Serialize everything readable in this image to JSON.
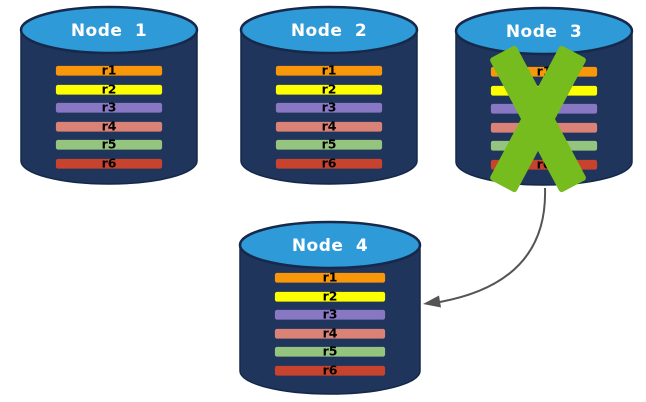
{
  "nodes": [
    {
      "name": "Node 1",
      "failed": false
    },
    {
      "name": "Node 2",
      "failed": false
    },
    {
      "name": "Node 3",
      "failed": true
    },
    {
      "name": "Node 4",
      "failed": false
    }
  ],
  "rows": [
    {
      "label": "r1",
      "color": "#F79709"
    },
    {
      "label": "r2",
      "color": "#FDFF00"
    },
    {
      "label": "r3",
      "color": "#8878C3"
    },
    {
      "label": "r4",
      "color": "#DB8276"
    },
    {
      "label": "r5",
      "color": "#94C47E"
    },
    {
      "label": "r6",
      "color": "#C7432E"
    }
  ],
  "arrow": {
    "from": "Node 3",
    "to": "Node 4"
  },
  "colors": {
    "cylinder_body": "#20355C",
    "cylinder_top": "#2E9AD8",
    "title_text": "#FFFFFF",
    "failure_x": "#77BC1F",
    "arrow": "#555555"
  }
}
